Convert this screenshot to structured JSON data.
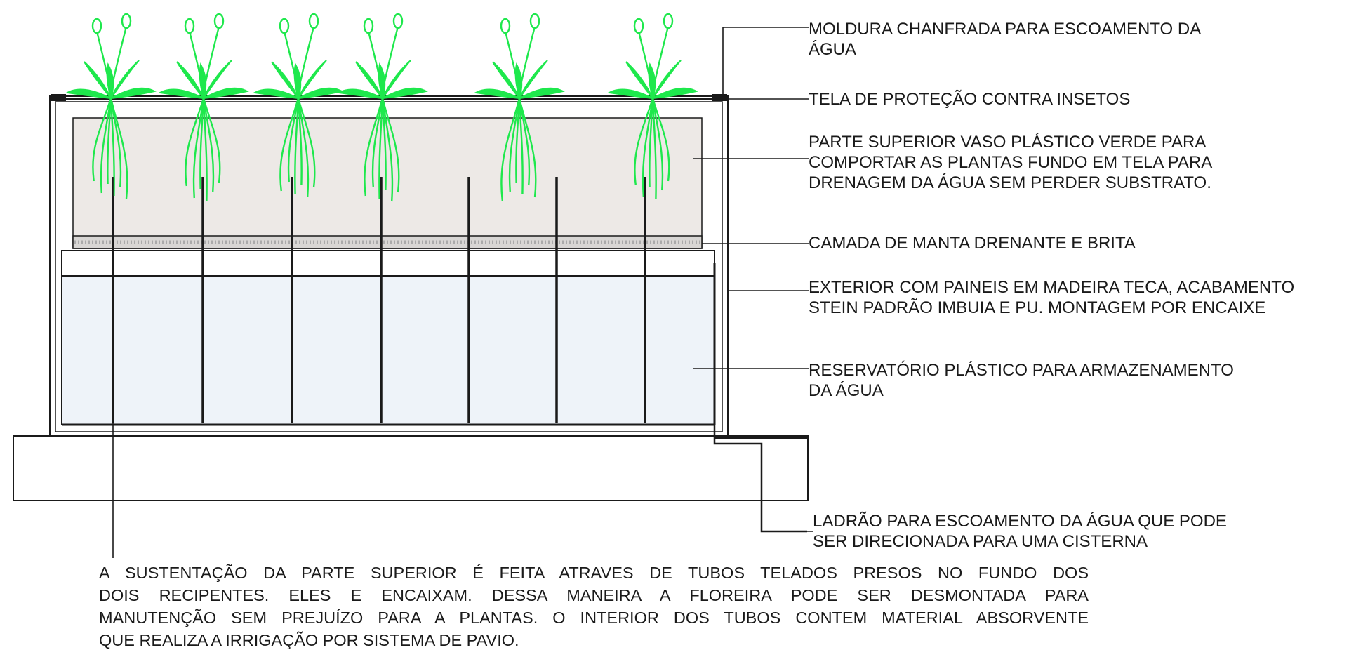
{
  "colors": {
    "plant": "#1ee84c",
    "upper_fill": "#ede9e6",
    "reservoir_fill": "#eef3f9",
    "line": "#1a1a1a",
    "gravel": "#aaaaaa"
  },
  "callouts": {
    "frame": [
      "MOLDURA CHANFRADA PARA ESCOAMENTO DA",
      "ÁGUA"
    ],
    "screen": [
      "TELA DE PROTEÇÃO CONTRA INSETOS"
    ],
    "upper_pot": [
      "PARTE SUPERIOR VASO PLÁSTICO VERDE PARA",
      "COMPORTAR AS PLANTAS FUNDO EM TELA PARA",
      "DRENAGEM DA ÁGUA SEM PERDER SUBSTRATO."
    ],
    "drain_layer": [
      "CAMADA DE MANTA DRENANTE E BRITA"
    ],
    "exterior": [
      "EXTERIOR COM PAINEIS EM MADEIRA TECA, ACABAMENTO",
      "STEIN PADRÃO IMBUIA E PU. MONTAGEM POR ENCAIXE"
    ],
    "reservoir": [
      "RESERVATÓRIO PLÁSTICO PARA ARMAZENAMENTO",
      "DA ÁGUA"
    ],
    "overflow": [
      "LADRÃO PARA ESCOAMENTO DA ÁGUA QUE PODE",
      "SER DIRECIONADA PARA UMA CISTERNA"
    ]
  },
  "note": [
    "A SUSTENTAÇÃO DA PARTE SUPERIOR É FEITA ATRAVES DE TUBOS TELADOS PRESOS NO FUNDO DOS",
    "DOIS RECIPENTES. ELES E ENCAIXAM. DESSA MANEIRA A FLOREIRA PODE SER DESMONTADA PARA",
    "MANUTENÇÃO SEM PREJUÍZO PARA A PLANTAS. O INTERIOR DOS TUBOS CONTEM MATERIAL ABSORVENTE",
    "QUE REALIZA A IRRIGAÇÃO POR SISTEMA DE PAVIO."
  ]
}
